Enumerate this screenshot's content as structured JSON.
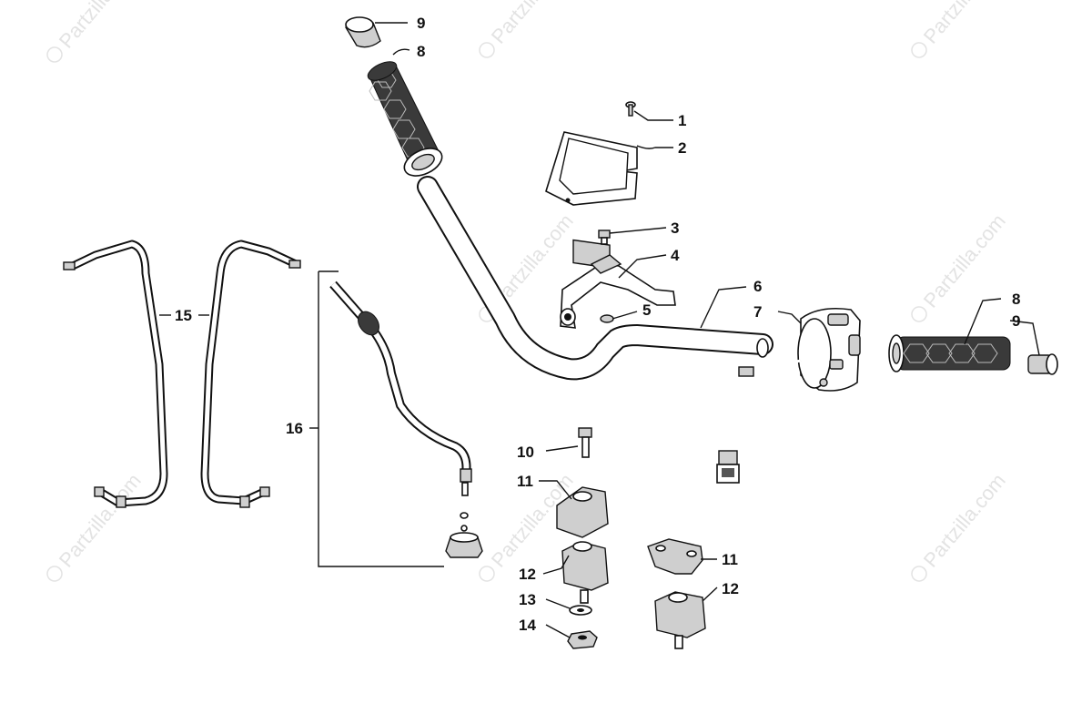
{
  "watermark": {
    "text": "Partzilla.com",
    "symbol": "©"
  },
  "diagram_title": "",
  "callouts": [
    {
      "id": "c1",
      "label": "1"
    },
    {
      "id": "c2",
      "label": "2"
    },
    {
      "id": "c3",
      "label": "3"
    },
    {
      "id": "c4",
      "label": "4"
    },
    {
      "id": "c5",
      "label": "5"
    },
    {
      "id": "c6",
      "label": "6"
    },
    {
      "id": "c7",
      "label": "7"
    },
    {
      "id": "c8a",
      "label": "8"
    },
    {
      "id": "c8b",
      "label": "8"
    },
    {
      "id": "c9a",
      "label": "9"
    },
    {
      "id": "c9b",
      "label": "9"
    },
    {
      "id": "c10",
      "label": "10"
    },
    {
      "id": "c11a",
      "label": "11"
    },
    {
      "id": "c11b",
      "label": "11"
    },
    {
      "id": "c12a",
      "label": "12"
    },
    {
      "id": "c12b",
      "label": "12"
    },
    {
      "id": "c13",
      "label": "13"
    },
    {
      "id": "c14",
      "label": "14"
    },
    {
      "id": "c15",
      "label": "15"
    },
    {
      "id": "c16",
      "label": "16"
    }
  ]
}
